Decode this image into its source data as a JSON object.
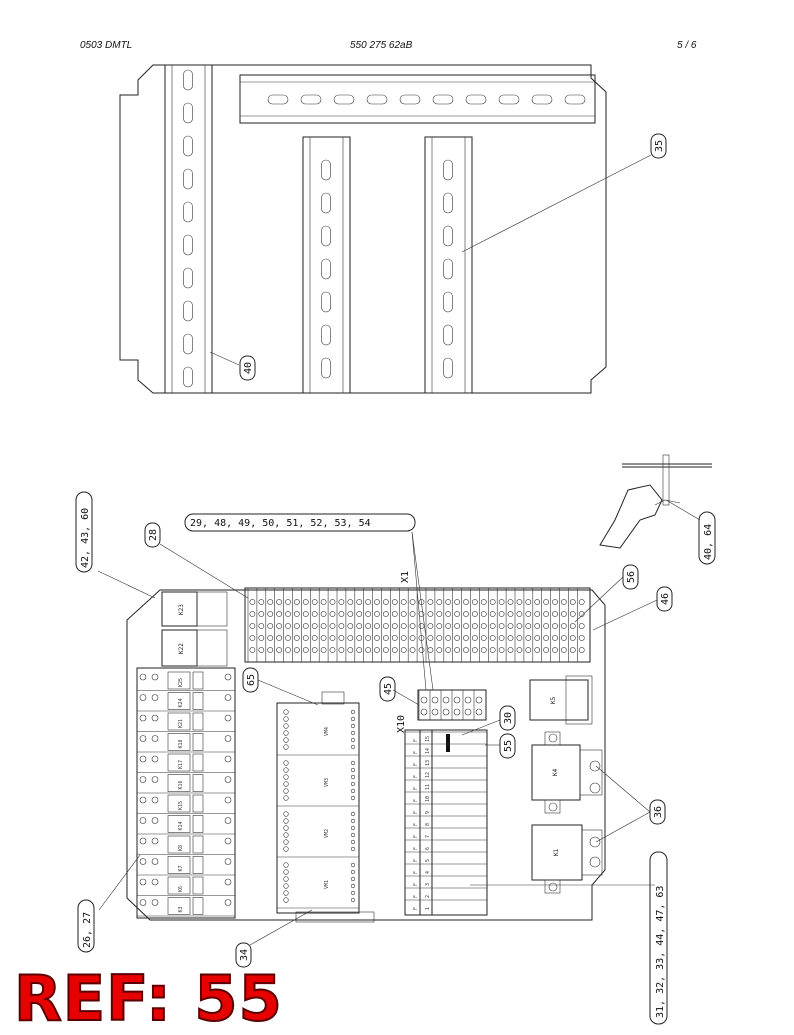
{
  "header": {
    "left": "0503 DMTL",
    "center": "550 275 62aB",
    "page": "5 /  6"
  },
  "callouts": {
    "c35": "35",
    "c40": "40",
    "c42": "42, 43, 60",
    "c28": "28",
    "c29": "29, 48, 49, 50, 51, 52, 53, 54",
    "c4064": "40, 64",
    "c56": "56",
    "c46": "46",
    "c65": "65",
    "c45": "45",
    "c30": "30",
    "c55": "55",
    "c36": "36",
    "c26": "26, 27",
    "c34": "34",
    "c63": "31, 32, 33, 44, 47, 63"
  },
  "designators": {
    "x1": "X1",
    "x10": "X10",
    "k23": "K23",
    "k22": "K22",
    "k5": "K5",
    "k4": "K4",
    "k1": "K1",
    "relays": [
      "K25",
      "K24",
      "K21",
      "K18",
      "K17",
      "K16",
      "K15",
      "K14",
      "K8",
      "K7",
      "K6",
      "K3"
    ],
    "modules": [
      "VM4",
      "VM3",
      "VM2",
      "VM1"
    ],
    "fuse_numbers": [
      "1",
      "2",
      "3",
      "4",
      "5",
      "6",
      "7",
      "8",
      "9",
      "10",
      "11",
      "12",
      "13",
      "14",
      "15"
    ]
  },
  "banner": "REF: 55"
}
